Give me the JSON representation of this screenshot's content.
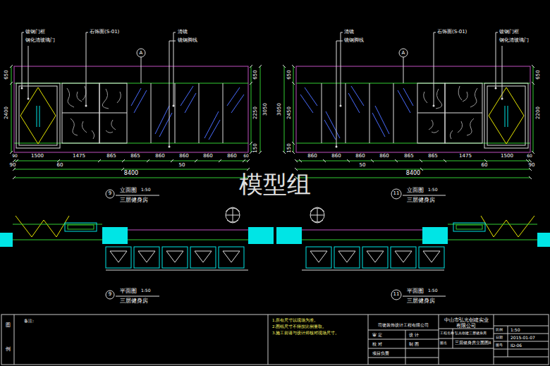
{
  "diagram": {
    "labels": [
      "镀钢门框",
      "钢化清玻璃门",
      "石饰面(S-01)",
      "清镜",
      "镜钢脚线",
      "A",
      "650",
      "2400",
      "650",
      "2250",
      "3050",
      "150",
      "90",
      "1500",
      "1475",
      "865",
      "865",
      "860",
      "860",
      "860",
      "860",
      "60",
      "60",
      "50",
      "90",
      "8400",
      "9",
      "立面图",
      "1:50",
      "三层健身房",
      "清镜",
      "镜钢脚线",
      "石饰面(S-01)",
      "镀钢门框",
      "钢化清玻璃门",
      "A",
      "650",
      "2450",
      "3050",
      "150",
      "650",
      "2200",
      "860",
      "860",
      "860",
      "860",
      "865",
      "865",
      "1475",
      "1500",
      "60",
      "50",
      "60",
      "8400",
      "90",
      "11",
      "立面图",
      "1:50",
      "三层健身房",
      "9",
      "平面图",
      "1:50",
      "三层健身房",
      "11",
      "平面图",
      "1:50",
      "三层健身房",
      "模型组",
      "图",
      "例",
      "备注:",
      "1.所有尺寸以现场为准。",
      "2.图纸尺寸不得按比例量取。",
      "3.施工前请与设计师核对现场尺寸。",
      "司徒装饰设计工程有限公司",
      "审 定",
      "校 对",
      "项目负责",
      "设 计",
      "制 图",
      "中山市弘光创建实业",
      "有限公司",
      "工程名称",
      "弘光创建三层健身房",
      "图名",
      "三层健身房立面图8",
      "比例",
      "1:50",
      "日期",
      "2015-01-07",
      "图号",
      "ID-06"
    ]
  }
}
